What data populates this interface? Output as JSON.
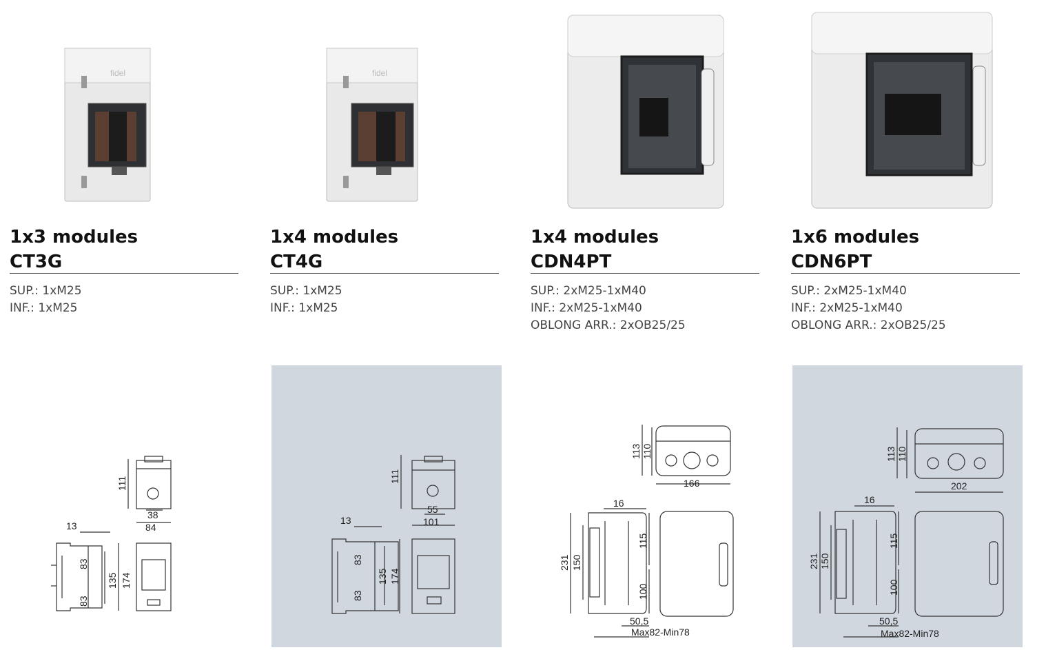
{
  "products": [
    {
      "modules": "1x3 modules",
      "code": "CT3G",
      "specs": [
        "SUP.: 1xM25",
        "INF.: 1xM25"
      ],
      "dims": {
        "top_h": "111",
        "w_inner": "38",
        "w": "84",
        "depth": "13",
        "h_upper": "83",
        "h_lower": "83",
        "h_mid": "135",
        "h_total": "174"
      }
    },
    {
      "modules": "1x4 modules",
      "code": "CT4G",
      "specs": [
        "SUP.: 1xM25",
        "INF.: 1xM25"
      ],
      "dims": {
        "top_h": "111",
        "w_inner": "55",
        "w": "101",
        "depth": "13",
        "h_upper": "83",
        "h_lower": "83",
        "h_mid": "135",
        "h_total": "174"
      }
    },
    {
      "modules": "1x4 modules",
      "code": "CDN4PT",
      "specs": [
        "SUP.: 2xM25-1xM40",
        "INF.: 2xM25-1xM40",
        "OBLONG ARR.: 2xOB25/25"
      ],
      "dims": {
        "top_h1": "113",
        "top_h2": "110",
        "w": "166",
        "depth": "16",
        "h_total": "231",
        "h_inner": "150",
        "h_upper": "115",
        "h_lower": "100",
        "offset": "50,5",
        "range": "Max82-Min78"
      }
    },
    {
      "modules": "1x6 modules",
      "code": "CDN6PT",
      "specs": [
        "SUP.: 2xM25-1xM40",
        "INF.: 2xM25-1xM40",
        "OBLONG ARR.: 2xOB25/25"
      ],
      "dims": {
        "top_h1": "113",
        "top_h2": "110",
        "w": "202",
        "depth": "16",
        "h_total": "231",
        "h_inner": "150",
        "h_upper": "115",
        "h_lower": "100",
        "offset": "50,5",
        "range": "Max82-Min78"
      }
    }
  ],
  "colors": {
    "drawing_bg": "#d0d7df",
    "line": "#333333",
    "box_grey": "#e6e6e6"
  }
}
